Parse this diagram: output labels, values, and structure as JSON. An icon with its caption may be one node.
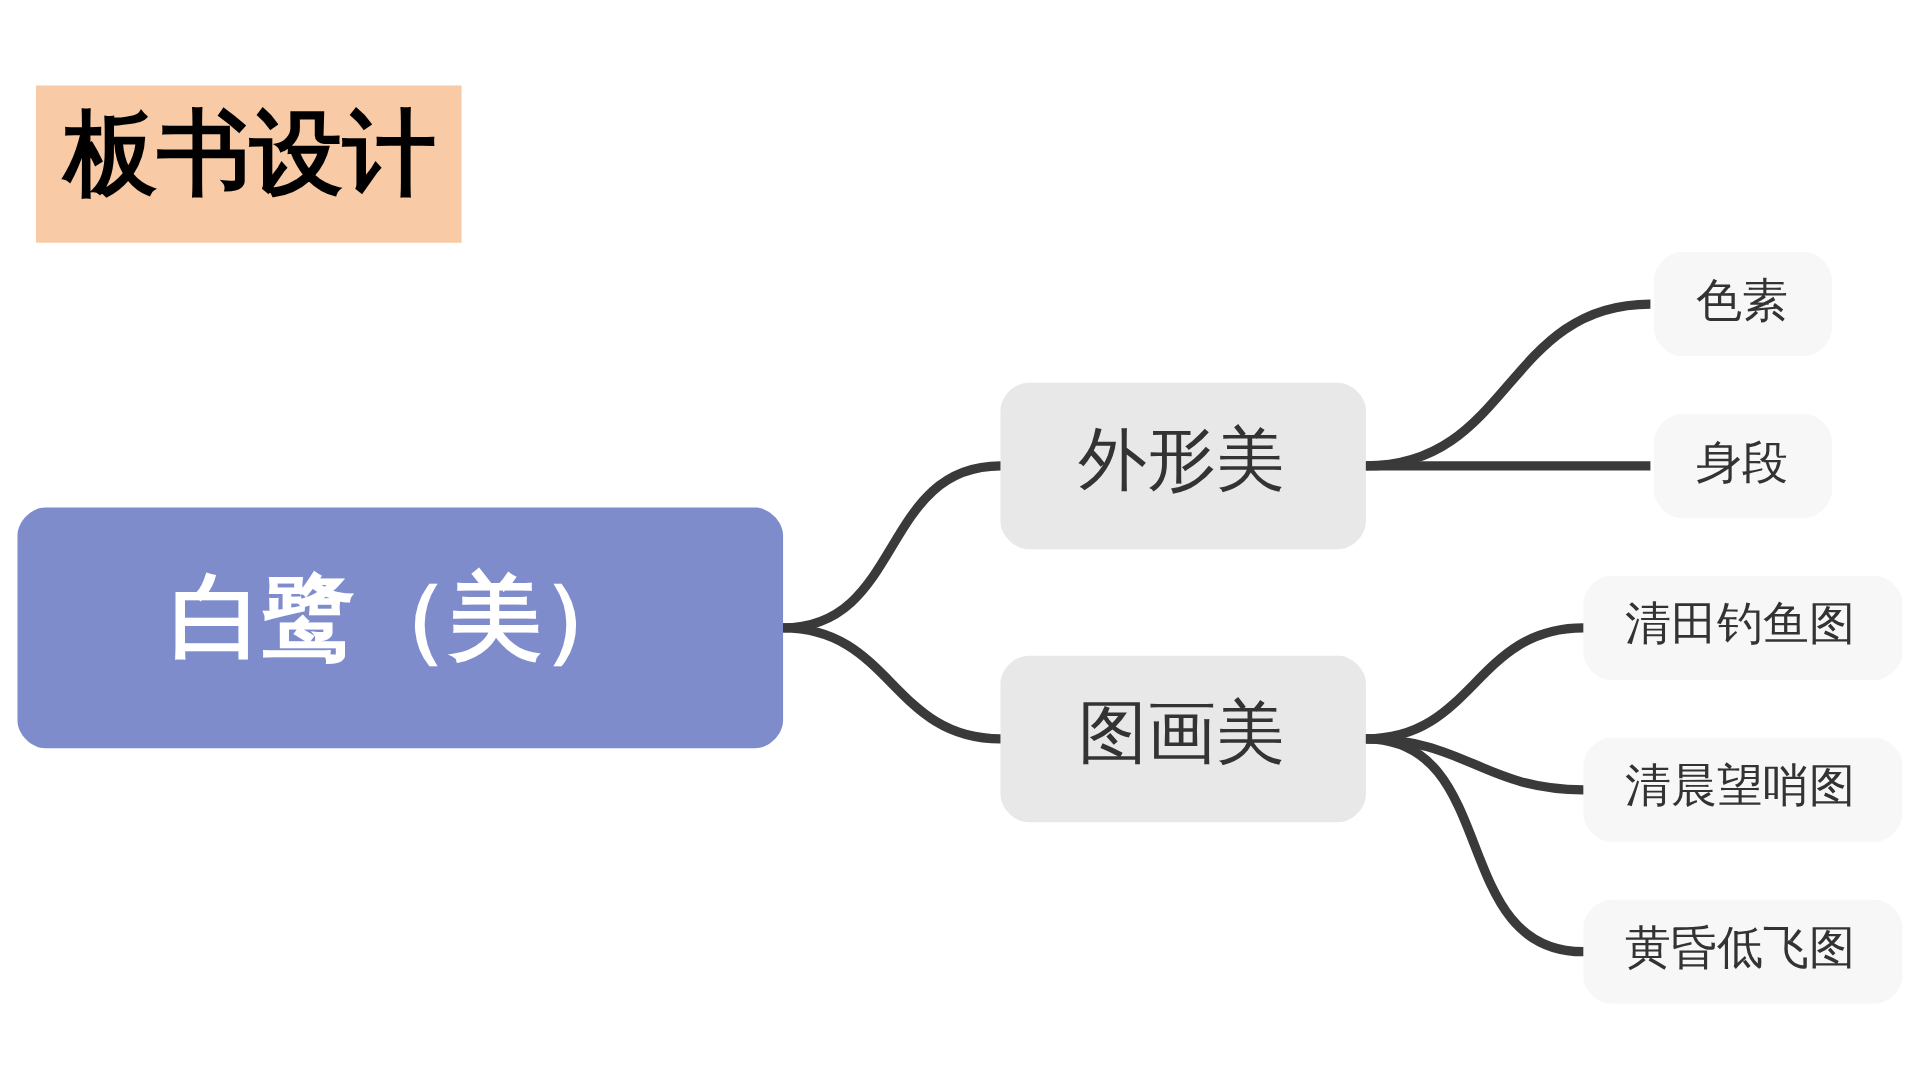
{
  "diagram": {
    "title": "板书设计",
    "nodes": [
      {
        "text": [
          "白鹭（美）"
        ]
      },
      {
        "text": [
          "外形美"
        ]
      },
      {
        "text": [
          "色素"
        ]
      },
      {
        "text": [
          "身段"
        ]
      },
      {
        "text": [
          "图画美"
        ]
      },
      {
        "text": [
          "清田钓鱼图"
        ]
      },
      {
        "text": [
          "清晨望哨图"
        ]
      },
      {
        "text": [
          "黄昏低飞图"
        ]
      }
    ],
    "edges": [
      {
        "from": 0,
        "to": 1,
        "arrow": "none"
      },
      {
        "from": 1,
        "to": 2,
        "arrow": "none"
      },
      {
        "from": 1,
        "to": 3,
        "arrow": "none"
      },
      {
        "from": 0,
        "to": 4,
        "arrow": "none"
      },
      {
        "from": 4,
        "to": 5,
        "arrow": "none"
      },
      {
        "from": 4,
        "to": 6,
        "arrow": "none"
      },
      {
        "from": 4,
        "to": 7,
        "arrow": "none"
      }
    ]
  }
}
